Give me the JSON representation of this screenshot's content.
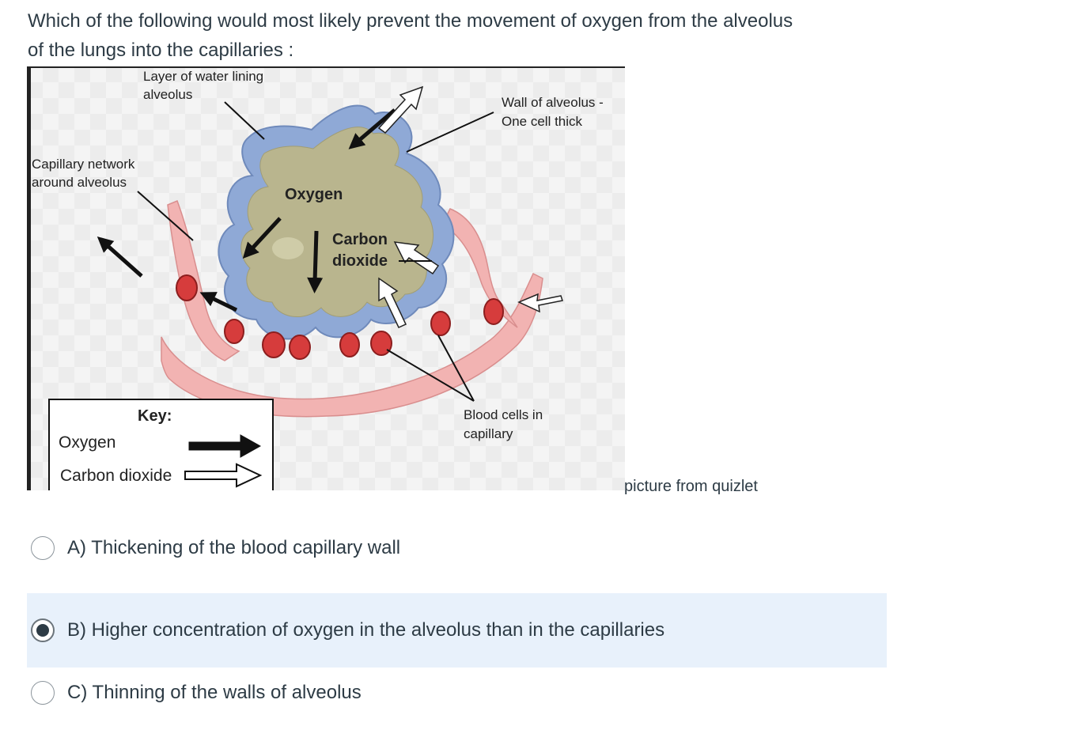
{
  "question": {
    "line1": "Which of the following would most likely prevent the movement of oxygen from the alveolus",
    "line2": "of the lungs into  the capillaries :"
  },
  "figure": {
    "labels": {
      "water_layer_line1": "Layer of water lining",
      "water_layer_line2": "alveolus",
      "wall_line1": "Wall of alveolus -",
      "wall_line2": "One cell thick",
      "capillary_line1": "Capillary network",
      "capillary_line2": "around alveolus",
      "oxygen": "Oxygen",
      "co2_line1": "Carbon",
      "co2_line2": "dioxide",
      "blood_cells_line1": "Blood cells in",
      "blood_cells_line2": "capillary"
    },
    "key": {
      "title": "Key:",
      "oxygen": "Oxygen",
      "carbon_dioxide": "Carbon dioxide"
    },
    "colors": {
      "alveolus_wall": "#8fa9d6",
      "alveolus_inner": "#b9b58e",
      "capillary": "#f2b3b2",
      "blood_cell": "#d63c3c"
    }
  },
  "caption": "picture from quizlet",
  "options": [
    {
      "label": "A) Thickening of the blood capillary wall",
      "selected": false
    },
    {
      "label": "B) Higher concentration of oxygen in the alveolus than in the capillaries",
      "selected": true
    },
    {
      "label": "C) Thinning of the walls of alveolus",
      "selected": false
    }
  ]
}
